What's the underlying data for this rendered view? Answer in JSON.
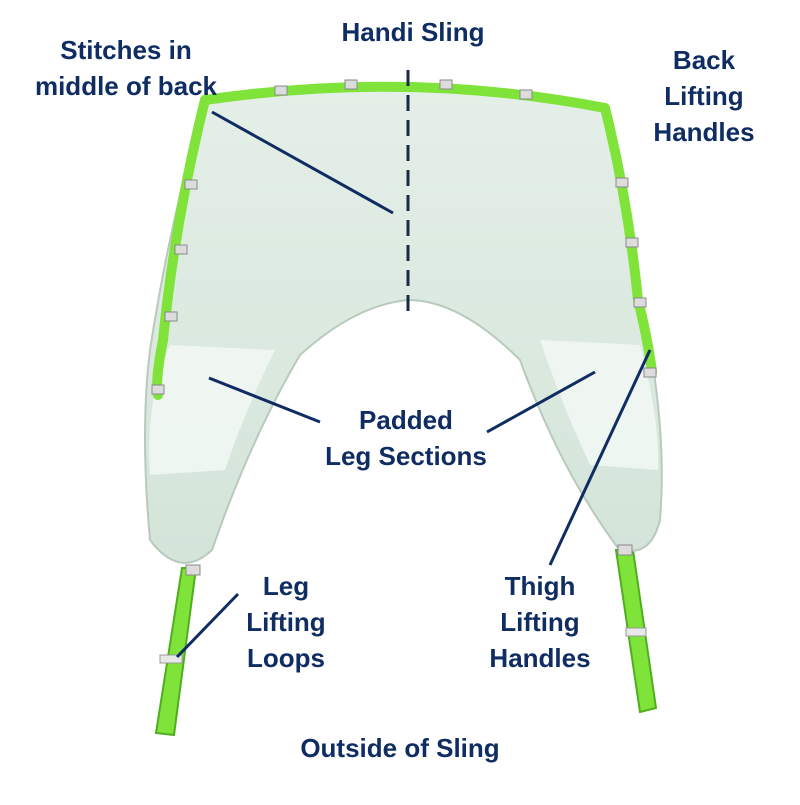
{
  "title": "Handi Sling",
  "footer": "Outside of Sling",
  "labels": {
    "stitches": [
      "Stitches in",
      "middle of back"
    ],
    "back_handles": [
      "Back",
      "Lifting",
      "Handles"
    ],
    "padded": [
      "Padded",
      "Leg Sections"
    ],
    "leg_loops": [
      "Leg",
      "Lifting",
      "Loops"
    ],
    "thigh_handles": [
      "Thigh",
      "Lifting",
      "Handles"
    ]
  },
  "colors": {
    "text": "#0f2d62",
    "strap": "#7fe33a",
    "strap_dark": "#4fae1e",
    "fabric": "#dde9e1",
    "fabric_shadow": "#c6d8cc",
    "pad": "#eef5f0",
    "leader": "#0f2d62"
  }
}
